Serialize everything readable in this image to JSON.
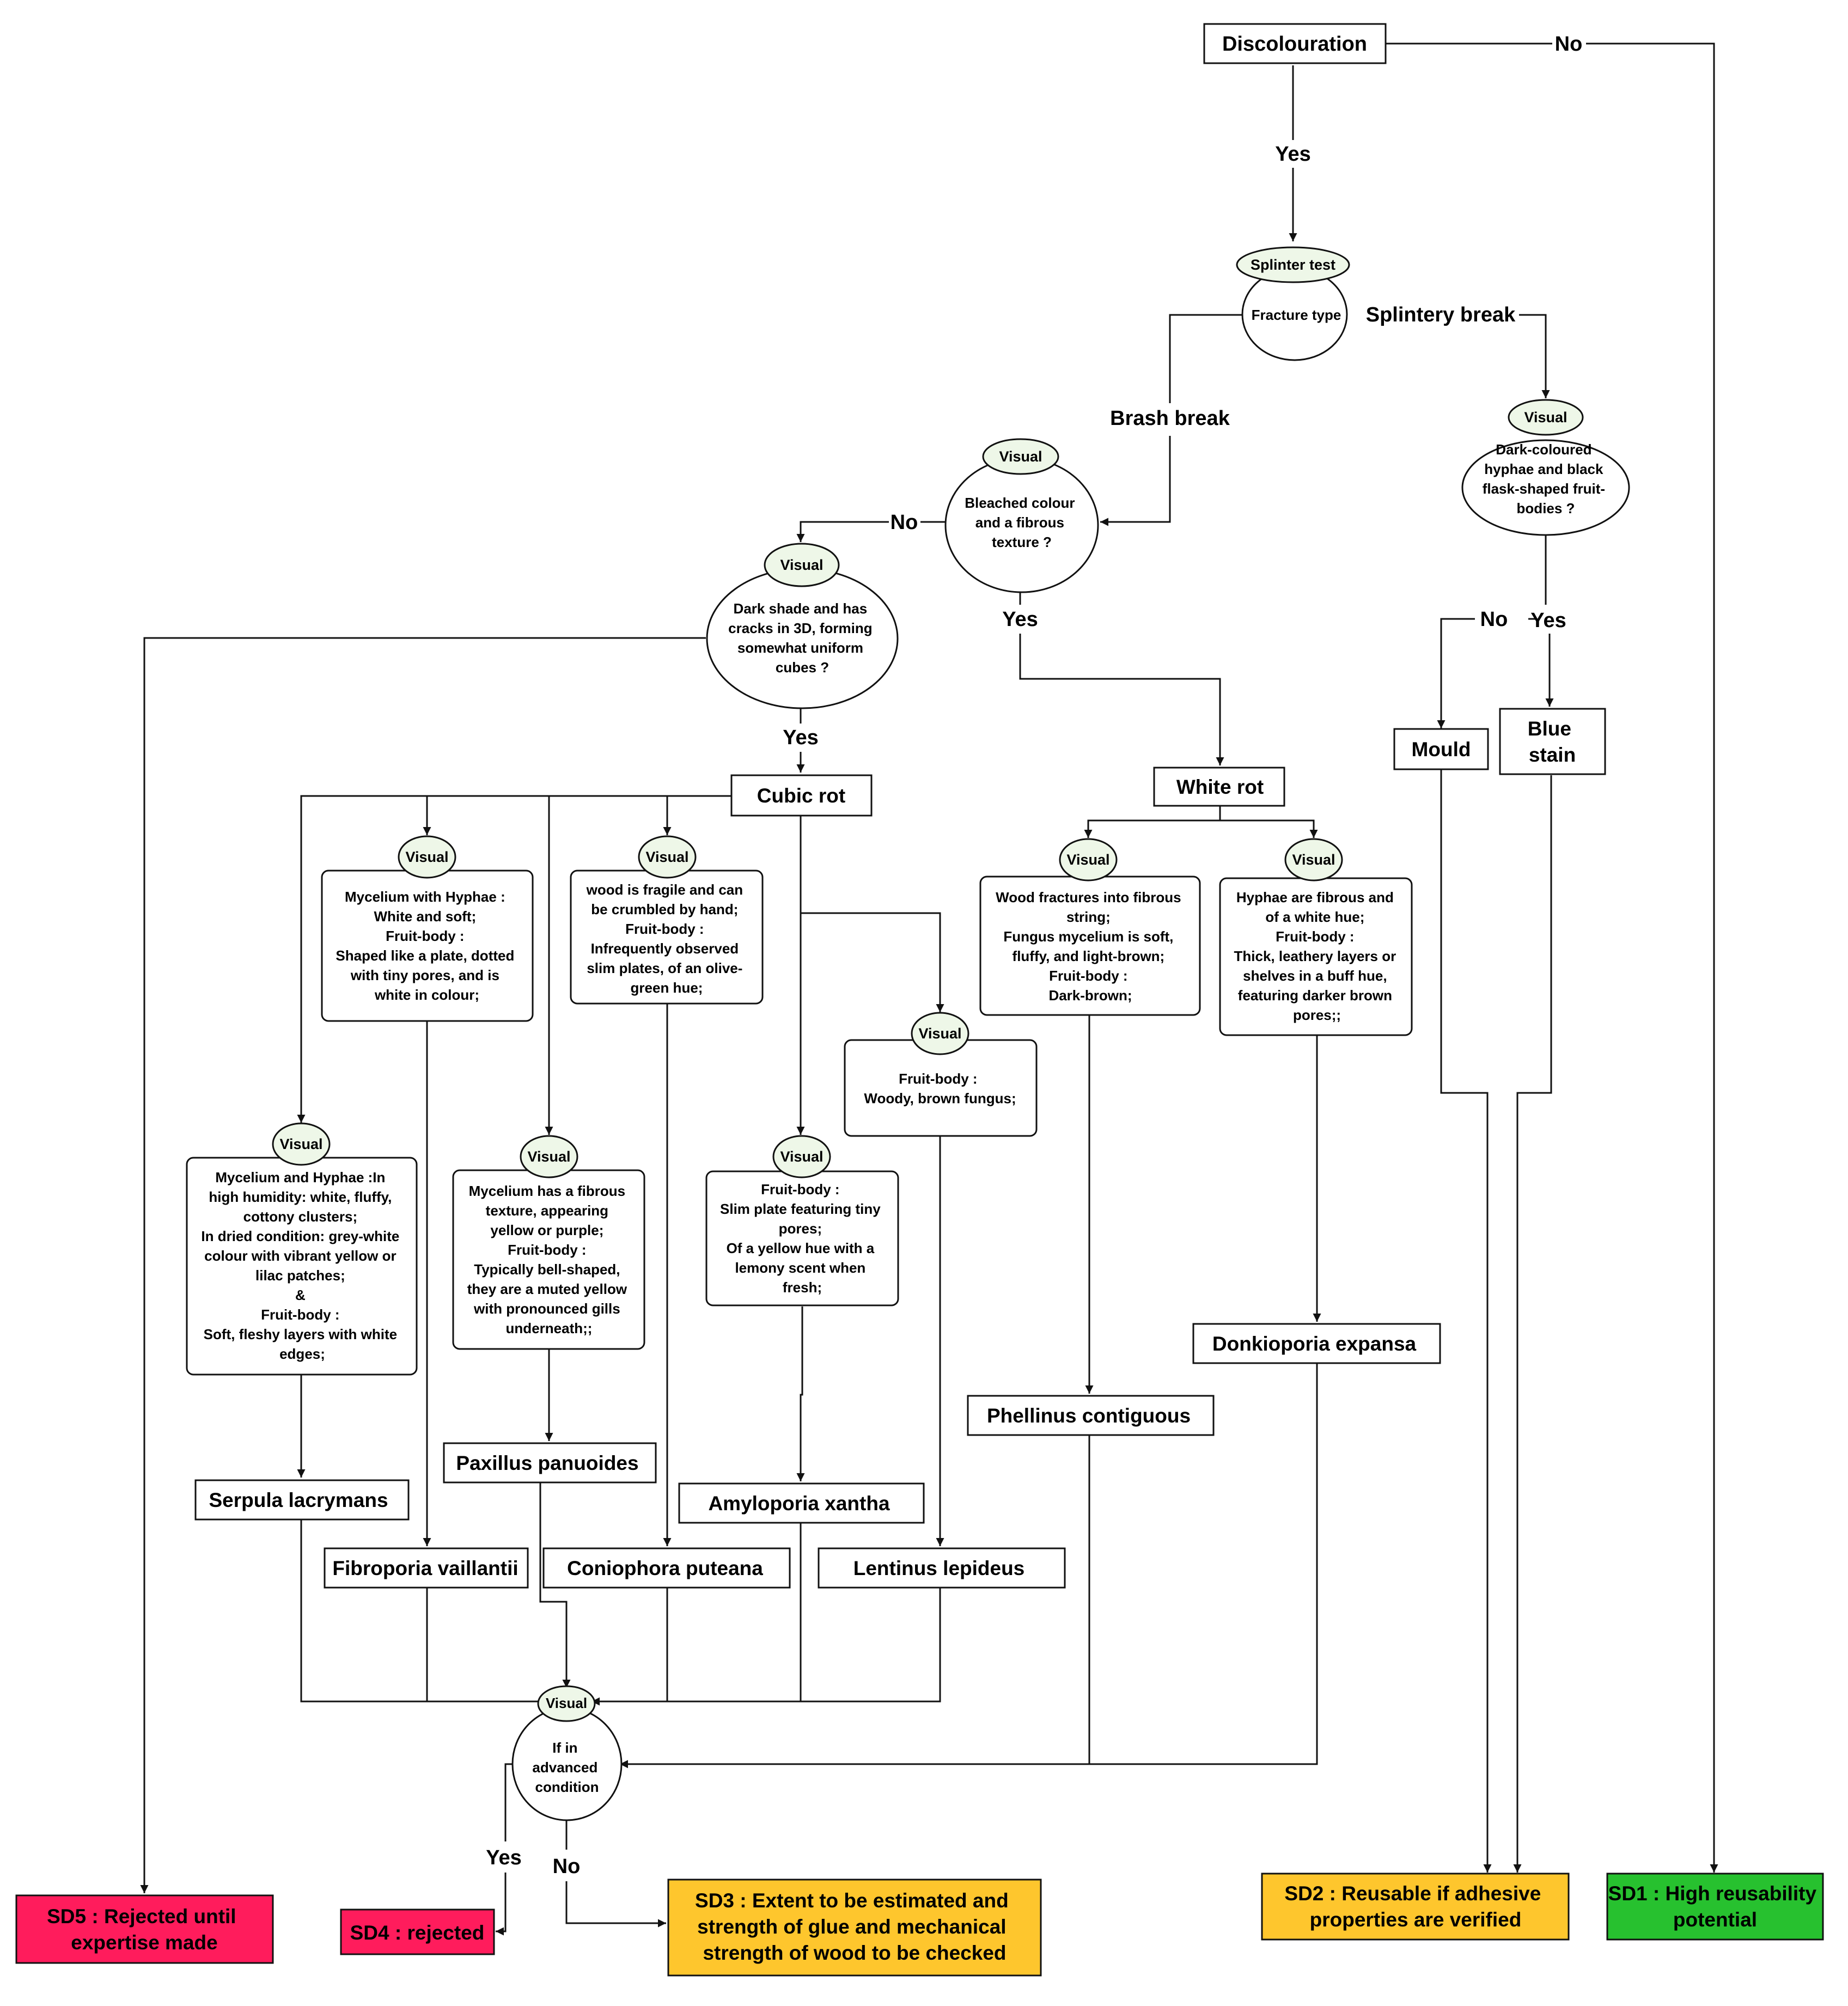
{
  "nodes": {
    "discolouration": "Discolouration",
    "splinter_test": "Splinter test",
    "fracture_type": "Fracture type",
    "visual": "Visual",
    "bleached_question": [
      "Bleached colour",
      "and a fibrous",
      "texture ?"
    ],
    "dark_hyphae_question": [
      "Dark-coloured",
      "hyphae and black",
      "flask-shaped fruit-",
      "bodies ?"
    ],
    "dark_shade_question": [
      "Dark shade and has",
      "cracks in 3D, forming",
      "somewhat uniform",
      "cubes ?"
    ],
    "mould": "Mould",
    "blue_stain": [
      "Blue",
      "stain"
    ],
    "cubic_rot": "Cubic rot",
    "white_rot": "White rot",
    "desc_fibroporia": [
      "Mycelium with Hyphae :",
      "White and soft;",
      "Fruit-body :",
      "Shaped like a plate, dotted",
      "with tiny pores, and is",
      "white in colour;"
    ],
    "desc_coniophora": [
      "wood is fragile and can",
      "be crumbled by hand;",
      "Fruit-body :",
      "Infrequently observed",
      "slim plates, of an olive-",
      "green hue;"
    ],
    "desc_lentinus": [
      "Fruit-body :",
      "Woody, brown fungus;"
    ],
    "desc_serpula": [
      "Mycelium and Hyphae :In",
      "high humidity: white, fluffy,",
      "cottony clusters;",
      "In dried condition: grey-white",
      "colour with vibrant yellow or",
      "lilac patches;",
      "&",
      "Fruit-body :",
      "Soft, fleshy layers with white",
      "edges;"
    ],
    "desc_paxillus": [
      "Mycelium has a fibrous",
      "texture, appearing",
      "yellow or purple;",
      "Fruit-body :",
      "Typically bell-shaped,",
      "they are a muted yellow",
      "with pronounced gills",
      "underneath;;"
    ],
    "desc_amyloporia": [
      "Fruit-body :",
      "Slim plate featuring tiny",
      "pores;",
      "Of a yellow hue with a",
      "lemony scent when",
      "fresh;"
    ],
    "desc_phellinus": [
      "Wood fractures into fibrous",
      "string;",
      "Fungus mycelium is soft,",
      "fluffy, and light-brown;",
      "Fruit-body :",
      "Dark-brown;"
    ],
    "desc_donkioporia": [
      "Hyphae are fibrous and",
      "of a white hue;",
      "Fruit-body :",
      "Thick, leathery layers or",
      "shelves in a buff hue,",
      "featuring darker brown",
      "pores;;"
    ],
    "serpula": "Serpula lacrymans",
    "fibroporia": "Fibroporia vaillantii",
    "paxillus": "Paxillus panuoides",
    "coniophora": "Coniophora puteana",
    "amyloporia": "Amyloporia xantha",
    "lentinus": "Lentinus lepideus",
    "phellinus": "Phellinus contiguous",
    "donkioporia": "Donkioporia expansa",
    "advanced_question": [
      "If in",
      "advanced",
      "condition"
    ]
  },
  "labels": {
    "yes": "Yes",
    "no": "No",
    "splintery_break": "Splintery break",
    "brash_break": "Brash break"
  },
  "outcomes": {
    "sd1": [
      "SD1 : High reusability",
      "potential"
    ],
    "sd2": [
      "SD2 : Reusable if adhesive",
      "properties are verified"
    ],
    "sd3": [
      "SD3 : Extent to be estimated and",
      "strength of glue and mechanical",
      "strength of wood to be checked"
    ],
    "sd4": "SD4 : rejected",
    "sd5": [
      "SD5 : Rejected until",
      "expertise made"
    ]
  },
  "colors": {
    "visual_fill": "#eef7e8",
    "reject_red": "#ff1c5c",
    "caution_yellow": "#fec62d",
    "accept_green": "#27c12f"
  }
}
